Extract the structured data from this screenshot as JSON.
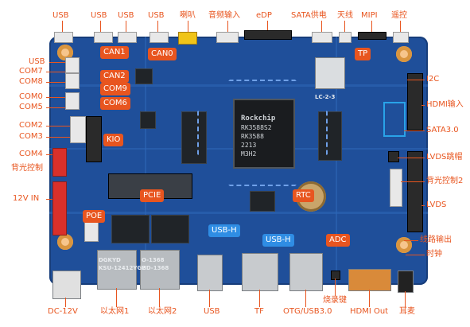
{
  "labels": {
    "top": [
      "USB",
      "USB",
      "USB",
      "USB",
      "喇叭",
      "音频输入",
      "eDP",
      "SATA供电",
      "天线",
      "MIPI",
      "遥控"
    ],
    "left": [
      "USB",
      "COM7",
      "COM8",
      "COM0",
      "COM5",
      "COM2",
      "COM3",
      "COM4",
      "背光控制",
      "12V IN"
    ],
    "right": [
      "I2C",
      "HDMI输入",
      "SATA3.0",
      "LVDS跳帽",
      "背光控制2",
      "LVDS",
      "线路输出",
      "时钟"
    ],
    "bottom": [
      "DC-12V",
      "以太网1",
      "以太网2",
      "USB",
      "TF",
      "OTG/USB3.0",
      "烧录键",
      "HDMI Out",
      "耳麦"
    ],
    "board": [
      "CAN1",
      "CAN0",
      "CAN2",
      "COM9",
      "COM6",
      "KIO",
      "PCIE",
      "POE",
      "USB-H",
      "USB-H",
      "RTC",
      "ADC",
      "TP"
    ]
  },
  "cpu": {
    "brand": "Rockchip",
    "lines": [
      "RK3588S2",
      "RK3588",
      "2213",
      "M3H2"
    ]
  },
  "silkscreen": [
    "DGKYD",
    "KSU-12412YGZ",
    "O-1368",
    "HD-1368",
    "LC-2-3"
  ],
  "accent": "#e8551f",
  "board_color": "#1f4f9a"
}
